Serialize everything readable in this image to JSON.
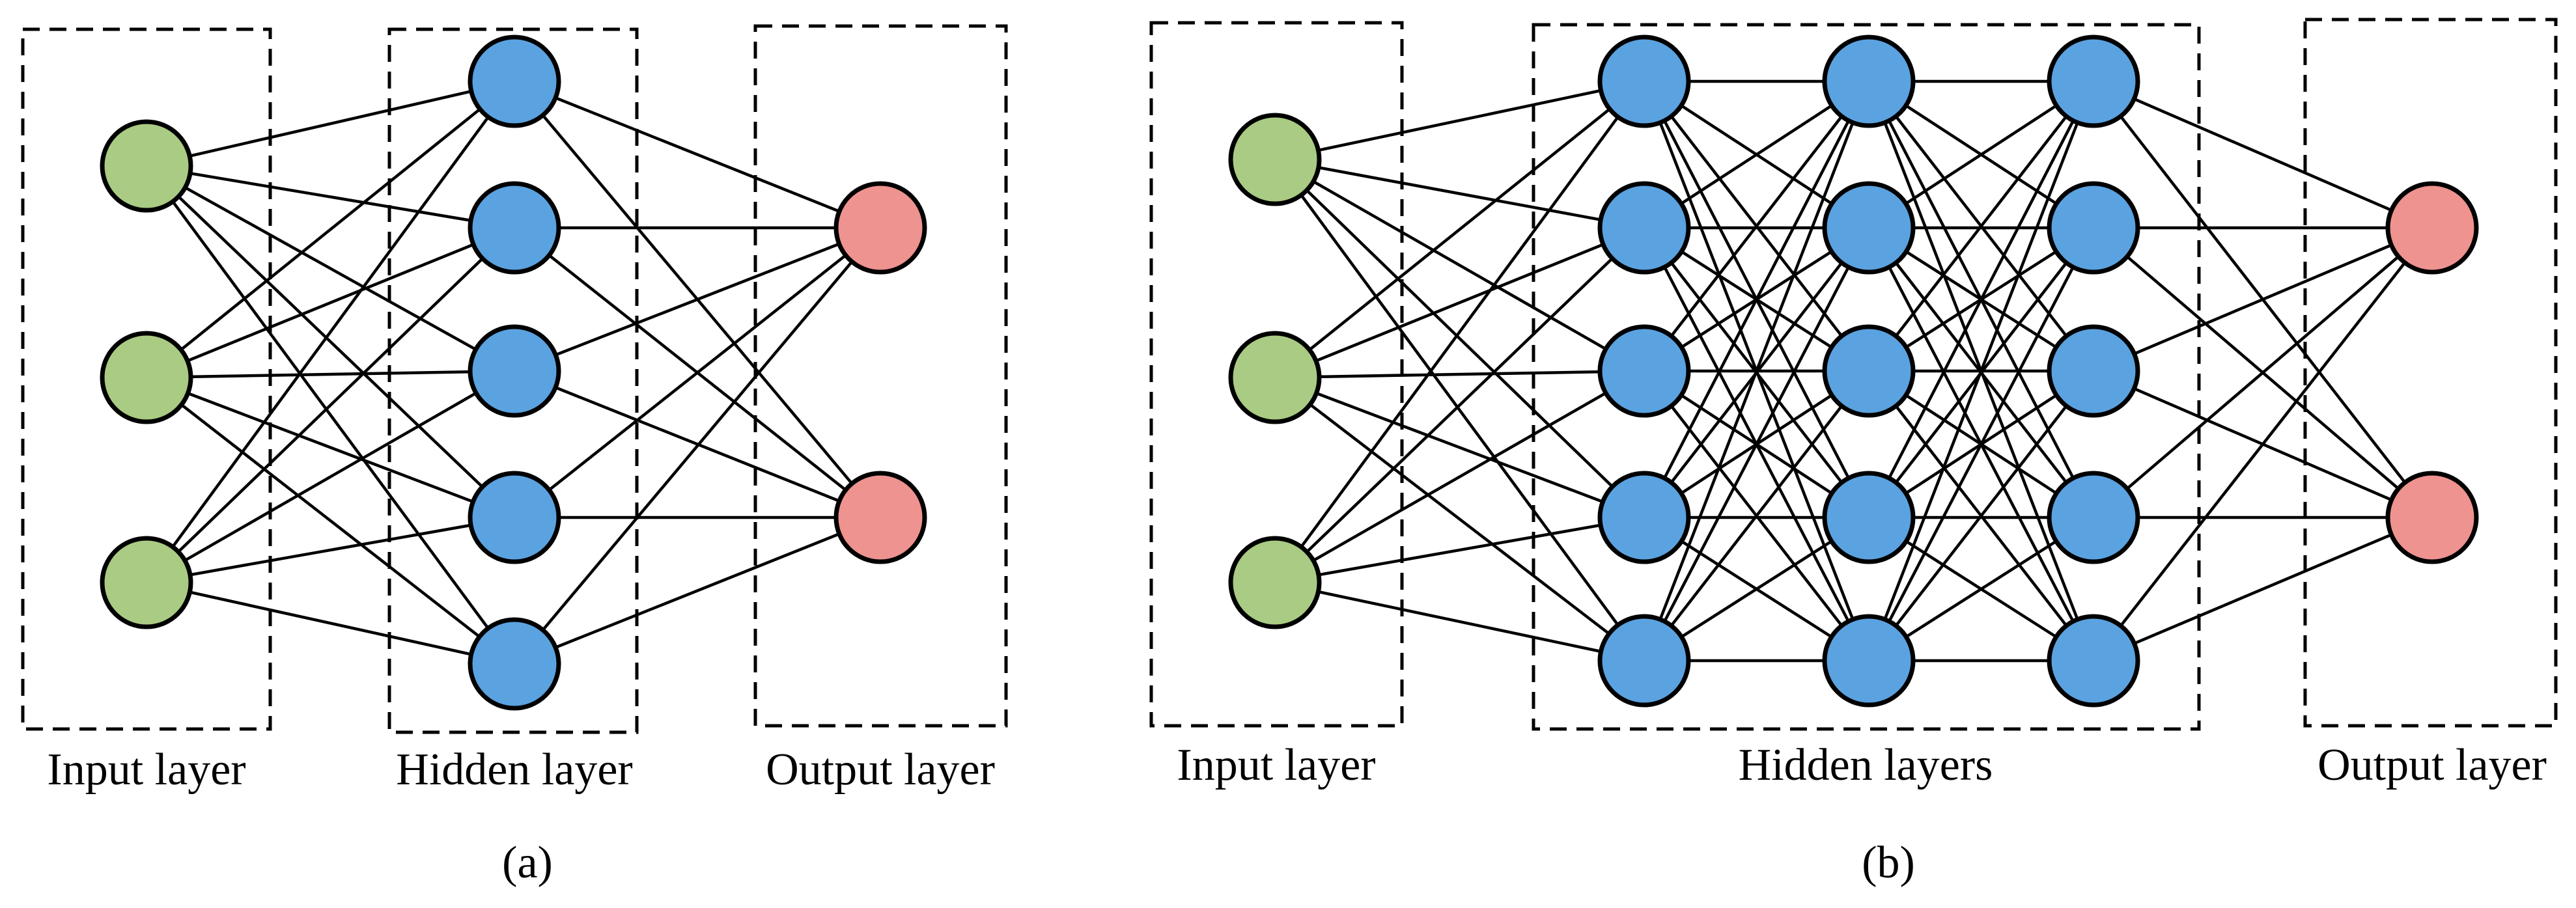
{
  "colors": {
    "input_node": "#A9CB83",
    "hidden_node": "#5BA2E0",
    "output_node": "#EE938F",
    "stroke": "#000000"
  },
  "diagram_a": {
    "caption": "(a)",
    "labels": {
      "input": "Input layer",
      "hidden": "Hidden layer",
      "output": "Output layer"
    },
    "layers": [
      {
        "role": "input",
        "nodes": 3
      },
      {
        "role": "hidden",
        "nodes": 5
      },
      {
        "role": "output",
        "nodes": 2
      }
    ]
  },
  "diagram_b": {
    "caption": "(b)",
    "labels": {
      "input": "Input layer",
      "hidden": "Hidden layers",
      "output": "Output layer"
    },
    "layers": [
      {
        "role": "input",
        "nodes": 3
      },
      {
        "role": "hidden",
        "nodes": 5
      },
      {
        "role": "hidden",
        "nodes": 5
      },
      {
        "role": "hidden",
        "nodes": 5
      },
      {
        "role": "output",
        "nodes": 2
      }
    ]
  }
}
